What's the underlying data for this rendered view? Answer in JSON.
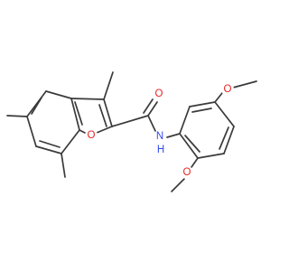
{
  "colors": {
    "bond": "#3a3a3a",
    "oxygen": "#e8231f",
    "nitrogen": "#3048ee",
    "background": "#ffffff"
  },
  "labels": {
    "carbonyl_oxygen": "O",
    "amide_nitrogen": "N",
    "amide_hydrogen": "H",
    "furan_oxygen": "O",
    "methoxy_oxygen_top": "O",
    "methoxy_oxygen_bottom": "O"
  }
}
